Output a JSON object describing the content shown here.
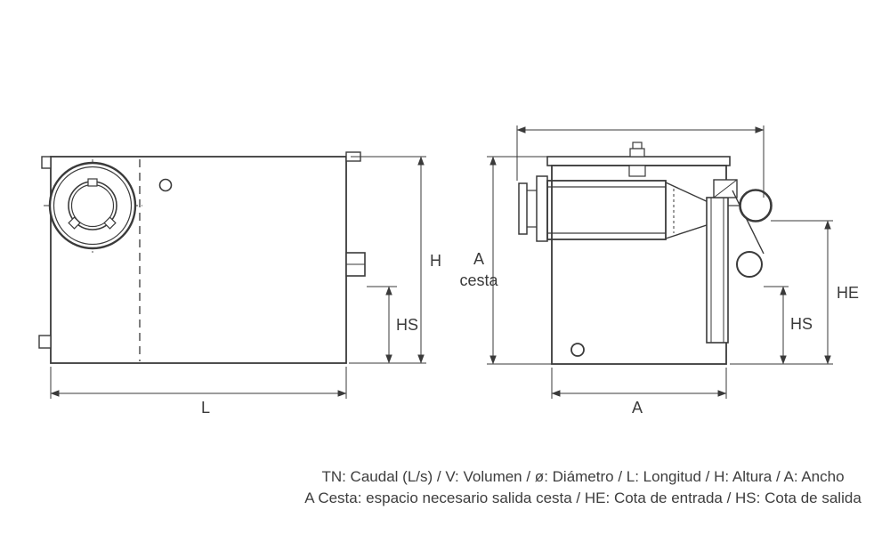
{
  "diagram": {
    "side_view": {
      "dim_height": "H",
      "dim_outlet": "HS",
      "dim_length": "L"
    },
    "front_view": {
      "dim_basket_line1": "A",
      "dim_basket_line2": "cesta",
      "dim_inlet": "HE",
      "dim_outlet": "HS",
      "dim_width": "A"
    },
    "legend": {
      "line1": "TN: Caudal (L/s) / V: Volumen / ø: Diámetro / L: Longitud / H: Altura / A: Ancho",
      "line2": "A Cesta: espacio necesario salida cesta / HE: Cota de entrada / HS: Cota de salida"
    },
    "colors": {
      "line": "#3a3a3a",
      "background": "#ffffff"
    }
  }
}
